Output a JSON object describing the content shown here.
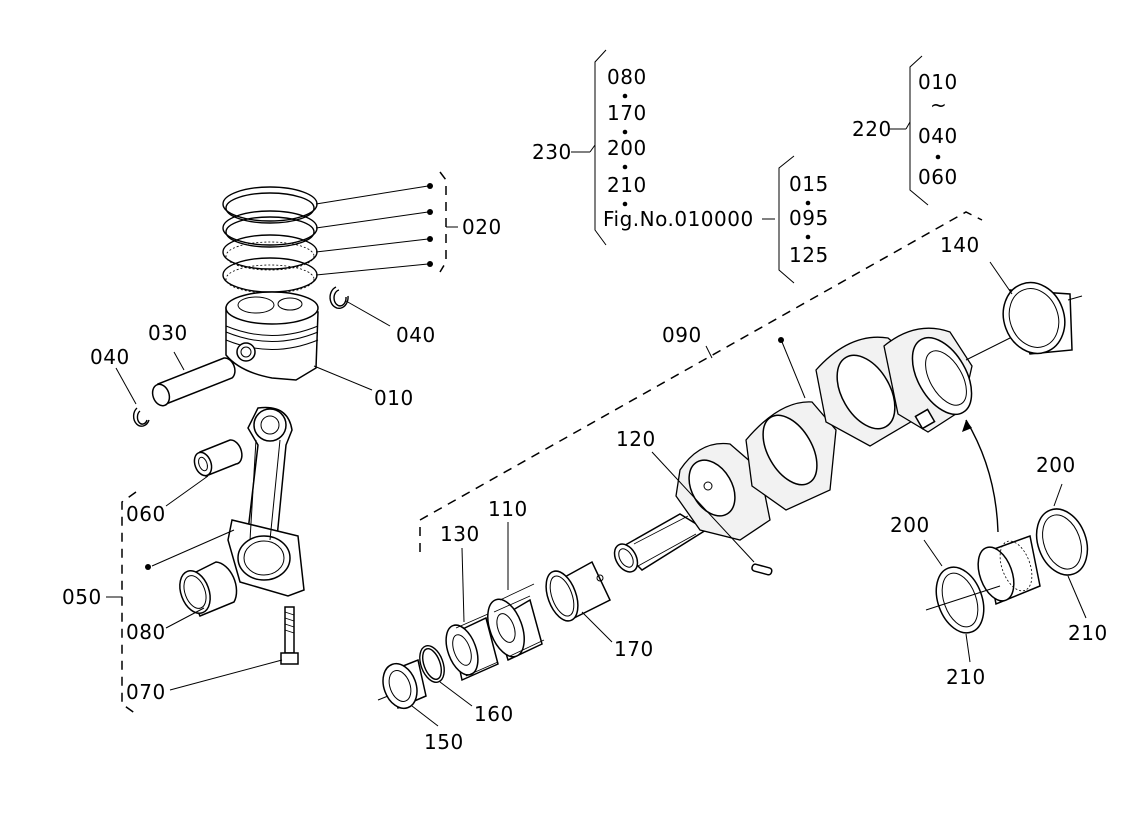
{
  "callouts": {
    "p010": "010",
    "p020": "020",
    "p030": "030",
    "p040_left": "040",
    "p040_right": "040",
    "p050": "050",
    "p060": "060",
    "p070": "070",
    "p080": "080",
    "p090": "090",
    "p110": "110",
    "p120": "120",
    "p130": "130",
    "p140": "140",
    "p150": "150",
    "p160": "160",
    "p170": "170",
    "p200_left": "200",
    "p200_right": "200",
    "p210_left": "210",
    "p210_right": "210",
    "p220": "220",
    "p230": "230"
  },
  "group230": {
    "items": [
      "080",
      "170",
      "200",
      "210"
    ],
    "fig_ref": "Fig.No.010000",
    "fig_items": [
      "015",
      "095",
      "125"
    ]
  },
  "group220": {
    "from": "010",
    "range_symbol": "~",
    "to": "040",
    "last": "060"
  }
}
